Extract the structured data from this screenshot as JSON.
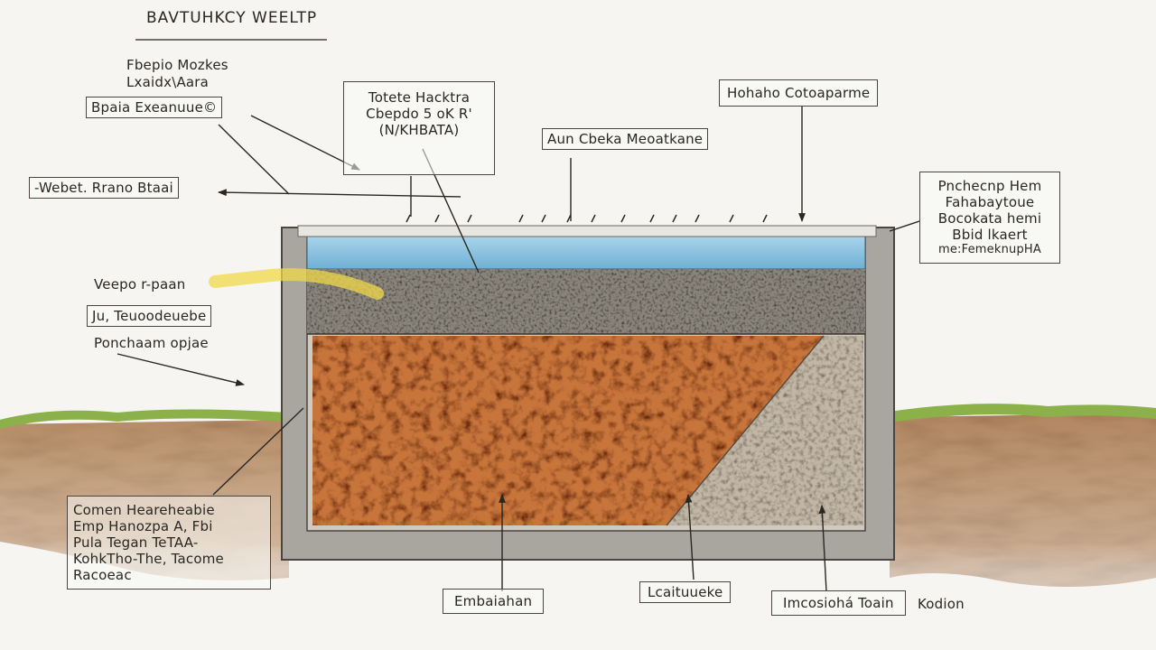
{
  "title": "BAVTUHKCY WEELTP",
  "labels": {
    "top_left_line1": "Fbepio Mozkes",
    "top_left_line2": "Lxaidx\\Aara",
    "top_left_box": "Bpaia Exeanuue©",
    "left_box": "-Webet. Rrano Btaai",
    "center_box_lines": [
      "Totete Hacktra",
      "Cbepdo 5 oK R'",
      "(N/KHBATA)"
    ],
    "center_label": "Aun Cbeka Meoatkane",
    "top_right_box": "Hohaho Cotoaparme",
    "right_box_lines": [
      "Pnchecnp Hem",
      "Fahabaytoue",
      "Bocokata hemi",
      "Bbid lkaert",
      "me:FemeknupHA"
    ],
    "left_mid_1": "Veepo r-paan",
    "left_mid_box": "Ju, Teuoodeuebe",
    "left_mid_2": "Ponchaam opjae",
    "bottom_left_box_lines": [
      "Comen Heareheabie",
      "Emp Hanozpa A, Fbi",
      "Pula Tegan TeTAA-",
      "KohkTho-The, Tacome",
      "Racoeac"
    ],
    "bottom_label_1": "Embaiahan",
    "bottom_label_2": "Lcaituueke",
    "bottom_label_3": "Imcosiohá Toain",
    "bottom_label_4": "Kodion"
  },
  "colors": {
    "water": "#8fc3df",
    "gravel": "#6f6b64",
    "soil": "#c7743a",
    "stone": "#b7ab99",
    "grass": "#7ea23e",
    "earth": "#b38962",
    "frame": "#a9a69f"
  }
}
